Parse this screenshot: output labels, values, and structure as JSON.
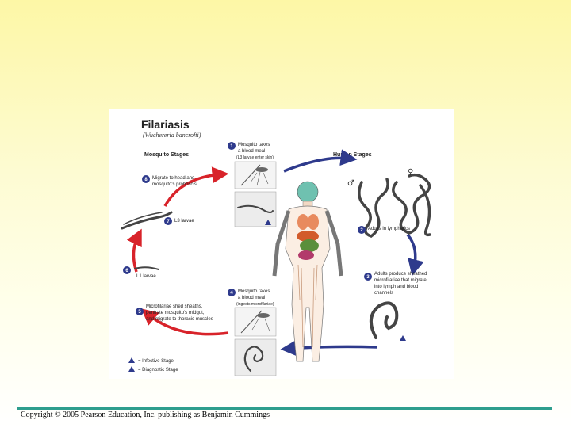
{
  "diagram": {
    "title": "Filariasis",
    "subtitle": "(Wuchereria bancrofti)",
    "mosquito_heading": "Mosquito Stages",
    "human_heading": "Human Stages",
    "steps": [
      {
        "num": "1",
        "lines": [
          "Mosquito takes",
          "a blood meal"
        ],
        "note": "(L3 larvae enter skin)"
      },
      {
        "num": "2",
        "lines": [
          "Adults in lymphatics"
        ]
      },
      {
        "num": "3",
        "lines": [
          "Adults produce sheathed",
          "microfilariae that migrate",
          "into lymph and blood",
          "channels"
        ]
      },
      {
        "num": "4",
        "lines": [
          "Mosquito takes",
          "a blood meal"
        ],
        "note": "(ingests microfilariae)"
      },
      {
        "num": "5",
        "lines": [
          "Microfilariae shed sheaths,",
          "pentrate mosquito's midgut,",
          "and migrate to thoracic muscles"
        ]
      },
      {
        "num": "6",
        "lines": [
          "L1 larvae"
        ]
      },
      {
        "num": "7",
        "lines": [
          "L3 larvae"
        ]
      },
      {
        "num": "8",
        "lines": [
          "Migrate to head and",
          "mosquito's proboscis"
        ]
      }
    ],
    "legend": [
      {
        "badge": "i",
        "label": "= Infective Stage"
      },
      {
        "badge": "d",
        "label": "= Diagnostic Stage"
      }
    ],
    "sex_symbols": {
      "male": "♂",
      "female": "♀"
    },
    "colors": {
      "step_circle": "#2e3a8c",
      "mosquito_arrow": "#d8232a",
      "human_arrow": "#2e3a8c",
      "footer_rule": "#2e9e8e"
    }
  },
  "footer": {
    "copyright": "Copyright © 2005 Pearson Education, Inc. publishing as Benjamin Cummings"
  }
}
